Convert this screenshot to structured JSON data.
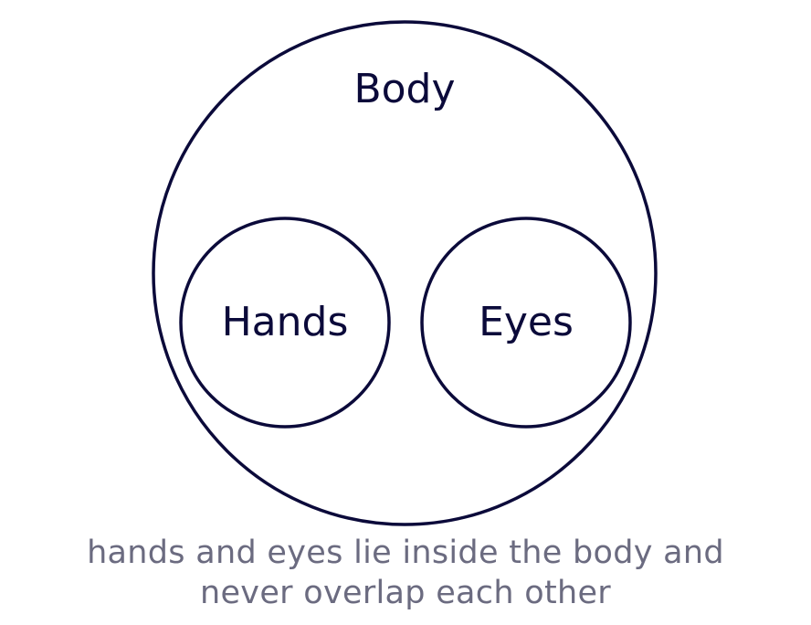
{
  "diagram": {
    "type": "nested-circles",
    "outer_set": {
      "label": "Body"
    },
    "inner_sets": [
      {
        "label": "Hands"
      },
      {
        "label": "Eyes"
      }
    ],
    "caption_lines": [
      "hands and eyes lie inside the body and",
      "never overlap each other"
    ],
    "colors": {
      "stroke": "#0b0a3a",
      "label_text": "#0b0a3a",
      "caption_text": "#6b6b80",
      "background": "#ffffff"
    }
  }
}
